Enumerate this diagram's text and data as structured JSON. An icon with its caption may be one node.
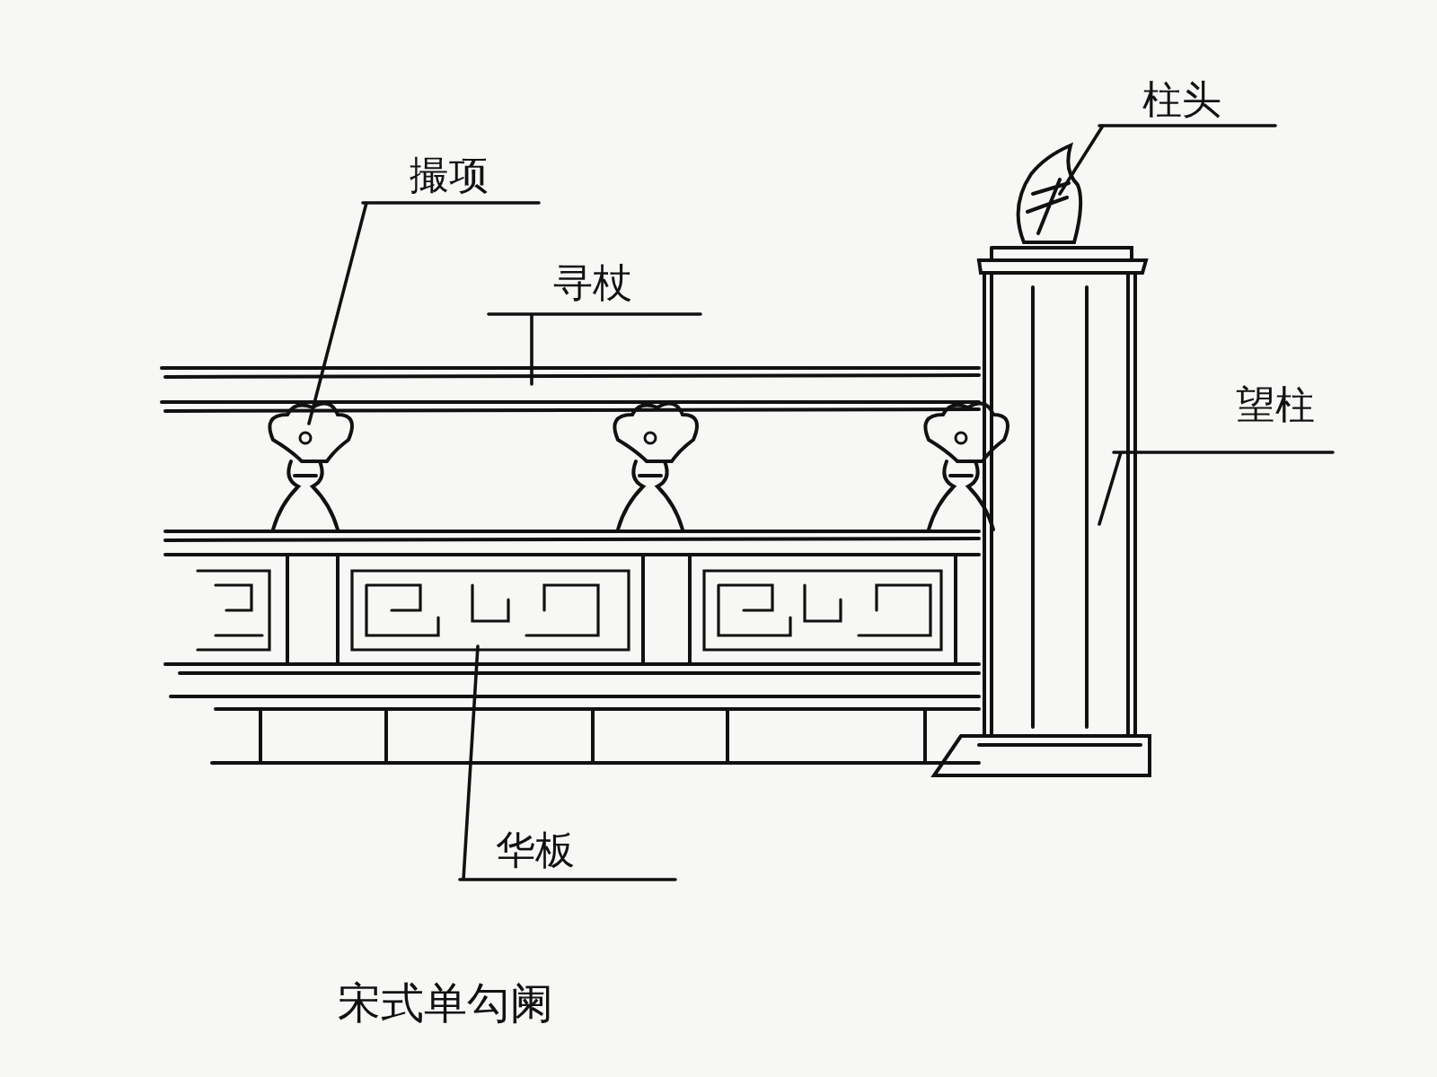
{
  "diagram": {
    "caption": "宋式单勾阑",
    "nodes": [
      {
        "text": [
          "柱头"
        ]
      },
      {
        "text": [
          "撮项"
        ]
      },
      {
        "text": [
          "寻杖"
        ]
      },
      {
        "text": [
          "望柱"
        ]
      },
      {
        "text": [
          "华板"
        ]
      }
    ],
    "edges": [
      {
        "from": 0,
        "to": null,
        "arrow": "none"
      },
      {
        "from": 1,
        "to": null,
        "arrow": "none"
      },
      {
        "from": 2,
        "to": null,
        "arrow": "none"
      },
      {
        "from": 3,
        "to": null,
        "arrow": "none"
      },
      {
        "from": 4,
        "to": null,
        "arrow": "none"
      }
    ]
  }
}
